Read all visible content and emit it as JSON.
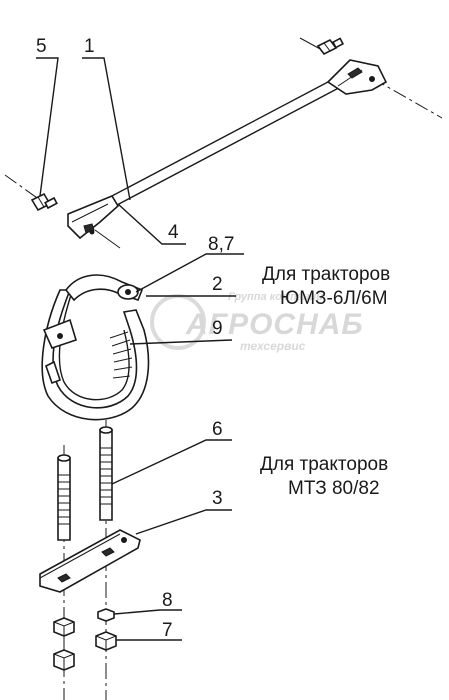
{
  "callouts": {
    "c5": "5",
    "c1": "1",
    "c4": "4",
    "c87": "8,7",
    "c2": "2",
    "c9": "9",
    "c6": "6",
    "c3": "3",
    "c8": "8",
    "c7": "7"
  },
  "captions": {
    "yumz_line1": "Для тракторов",
    "yumz_line2": "ЮМЗ-6Л/6М",
    "mtz_line1": "Для тракторов",
    "mtz_line2": "МТЗ 80/82"
  },
  "watermark": {
    "line1": "Группа компаний",
    "brand": "АГРОСНАБ",
    "line2": "техсервис"
  },
  "colors": {
    "ink": "#1a1a1a",
    "watermark": "#d4d4d4"
  }
}
